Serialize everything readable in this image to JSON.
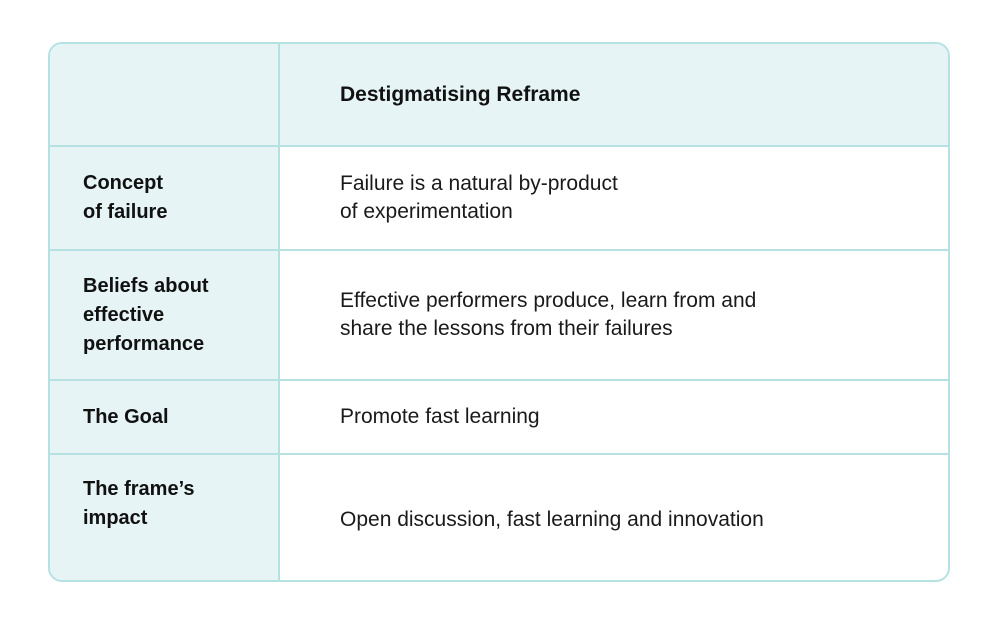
{
  "table": {
    "header": {
      "label": "",
      "column_title": "Destigmatising Reframe"
    },
    "rows": [
      {
        "label": "Concept\nof failure",
        "value": "Failure is a natural by-product\nof experimentation"
      },
      {
        "label": "Beliefs about\neffective\nperformance",
        "value": "Effective performers produce, learn from and\nshare the lessons from their failures"
      },
      {
        "label": "The Goal",
        "value": "Promote fast learning"
      },
      {
        "label": "The frame’s\nimpact",
        "value": "Open discussion, fast learning and innovation"
      }
    ]
  },
  "colors": {
    "border": "#b5e1e3",
    "label_background": "#e6f4f5",
    "text": "#111111"
  }
}
